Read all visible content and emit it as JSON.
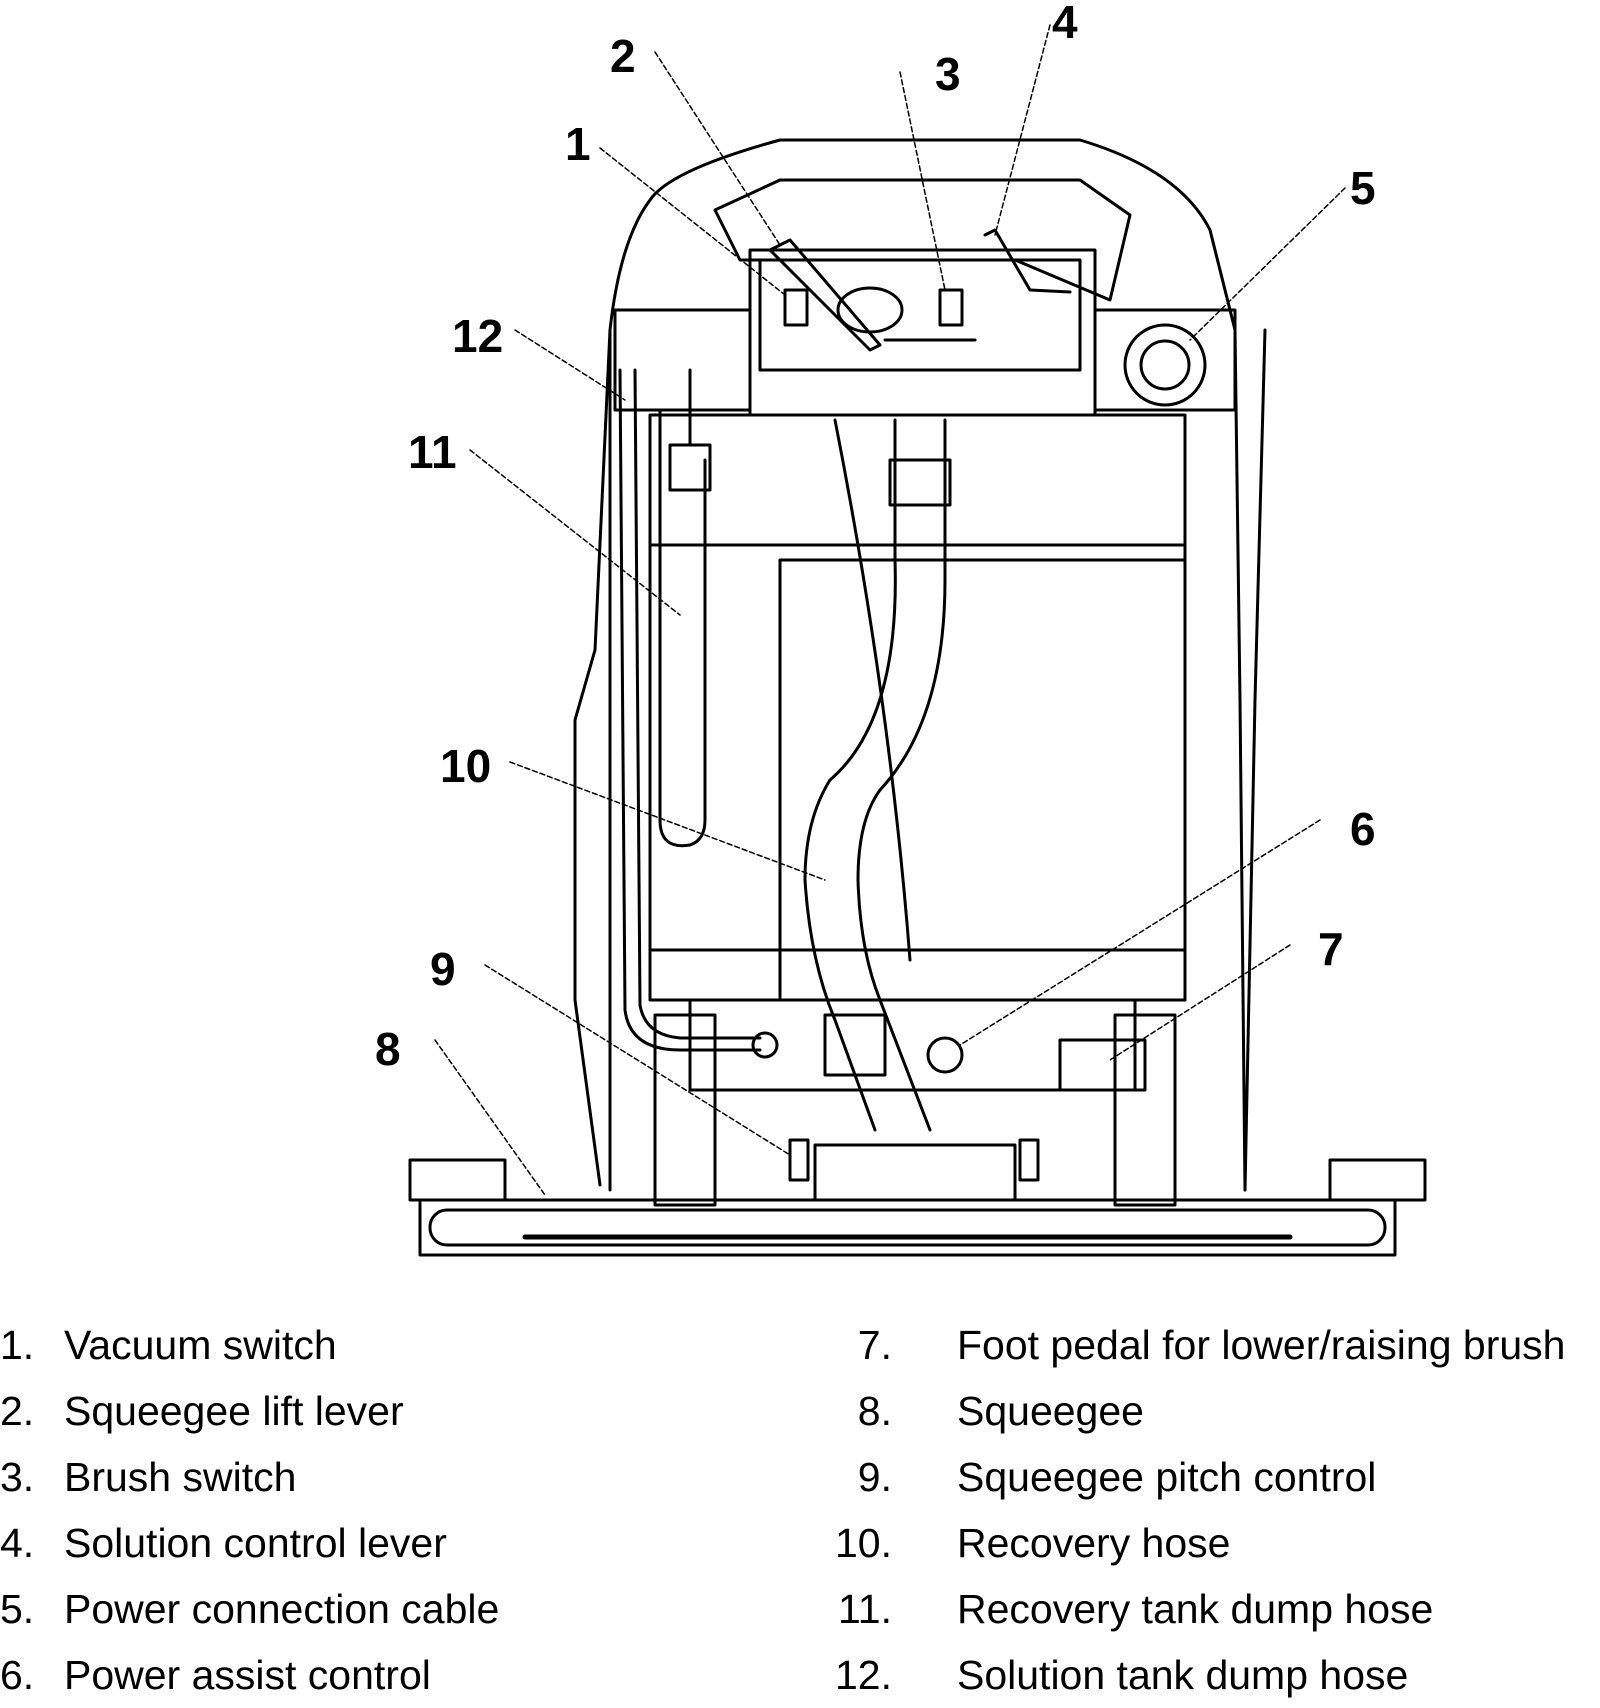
{
  "callouts": {
    "c1": "1",
    "c2": "2",
    "c3": "3",
    "c4": "4",
    "c5": "5",
    "c6": "6",
    "c7": "7",
    "c8": "8",
    "c9": "9",
    "c10": "10",
    "c11": "11",
    "c12": "12"
  },
  "legend": {
    "left": [
      {
        "num": "1.",
        "label": "Vacuum switch"
      },
      {
        "num": "2.",
        "label": "Squeegee lift lever"
      },
      {
        "num": "3.",
        "label": "Brush switch"
      },
      {
        "num": "4.",
        "label": "Solution control lever"
      },
      {
        "num": "5.",
        "label": "Power connection cable"
      },
      {
        "num": "6.",
        "label": "Power assist control"
      }
    ],
    "right": [
      {
        "num": "7.",
        "label": "Foot pedal for lower/raising brush"
      },
      {
        "num": "8.",
        "label": "Squeegee"
      },
      {
        "num": "9.",
        "label": "Squeegee pitch control"
      },
      {
        "num": "10.",
        "label": "Recovery hose"
      },
      {
        "num": "11.",
        "label": "Recovery tank dump hose"
      },
      {
        "num": "12.",
        "label": "Solution tank dump hose"
      }
    ]
  }
}
